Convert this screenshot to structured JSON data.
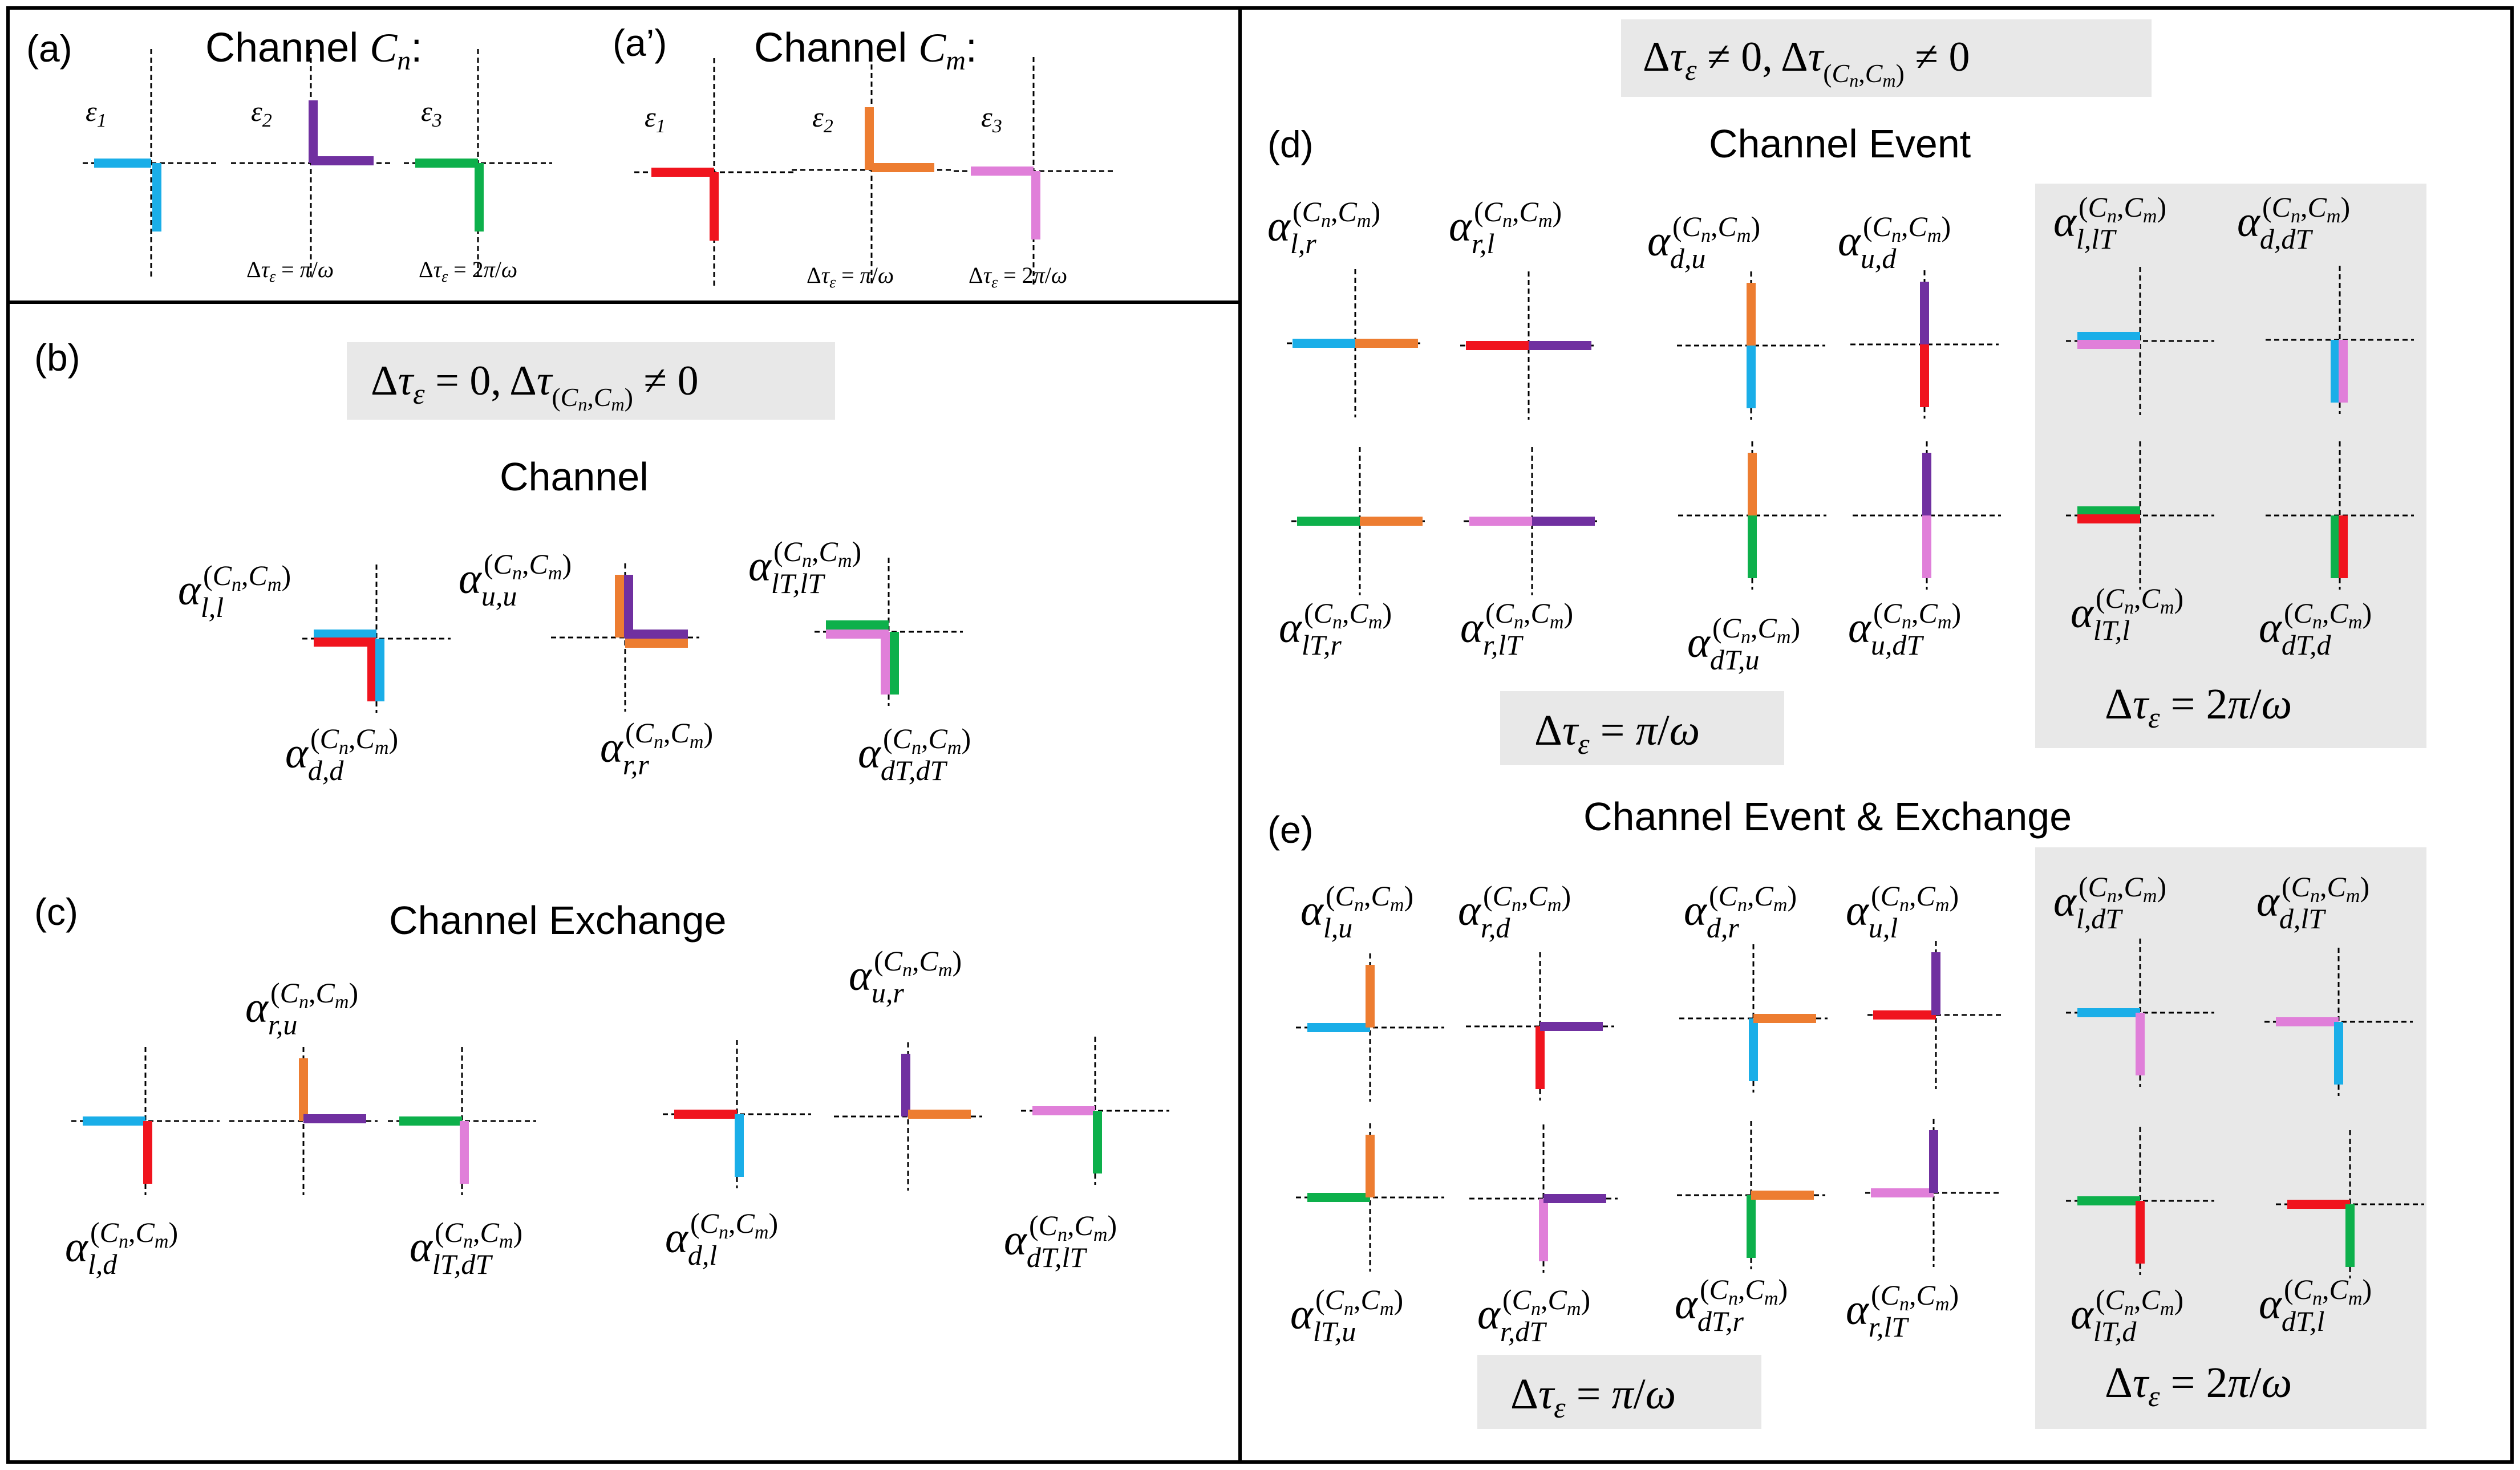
{
  "colors": {
    "cyan": "#1aaee8",
    "red": "#f0141e",
    "purple": "#7030a0",
    "orange": "#ed7d31",
    "green": "#0db04b",
    "pink": "#e07fd9",
    "box_gray": "#e8e8e8",
    "frame": "#000000"
  },
  "panels": {
    "a": {
      "label": "(a)",
      "title": "Channel C_n:",
      "tau": [
        "Δτ_ε = π/ω",
        "Δτ_ε = 2π/ω"
      ],
      "crosses": [
        {
          "eps": "ε1",
          "arms": [
            [
              "l",
              "cyan"
            ],
            [
              "d",
              "cyan"
            ]
          ]
        },
        {
          "eps": "ε2",
          "arms": [
            [
              "u",
              "purple"
            ],
            [
              "r",
              "purple"
            ]
          ]
        },
        {
          "eps": "ε3",
          "arms": [
            [
              "l",
              "green"
            ],
            [
              "d",
              "green"
            ]
          ]
        }
      ]
    },
    "a_prime": {
      "label": "(a’)",
      "title": "Channel C_m:",
      "tau": [
        "Δτ_ε = π/ω",
        "Δτ_ε = 2π/ω"
      ],
      "crosses": [
        {
          "eps": "ε1",
          "arms": [
            [
              "l",
              "red"
            ],
            [
              "d",
              "red"
            ]
          ]
        },
        {
          "eps": "ε2",
          "arms": [
            [
              "u",
              "orange"
            ],
            [
              "r",
              "orange"
            ]
          ]
        },
        {
          "eps": "ε3",
          "arms": [
            [
              "l",
              "pink"
            ],
            [
              "d",
              "pink"
            ]
          ]
        }
      ]
    },
    "b": {
      "label": "(b)",
      "condition": "Δτ_ε = 0, Δτ_(C_n,C_m) ≠ 0",
      "title": "Channel",
      "alpha_labels": [
        {
          "sub": "l,l"
        },
        {
          "sub": "d,d"
        },
        {
          "sub": "u,u"
        },
        {
          "sub": "r,r"
        },
        {
          "sub": "lT,lT"
        },
        {
          "sub": "dT,dT"
        }
      ]
    },
    "c": {
      "label": "(c)",
      "title": "Channel Exchange",
      "alpha_labels": [
        {
          "sub": "r,u"
        },
        {
          "sub": "l,d"
        },
        {
          "sub": "lT,dT"
        },
        {
          "sub": "u,r"
        },
        {
          "sub": "d,l"
        },
        {
          "sub": "dT,lT"
        }
      ]
    },
    "d": {
      "label": "(d)",
      "condition": "Δτ_ε ≠ 0, Δτ_(C_n,C_m) ≠ 0",
      "title": "Channel Event",
      "tau_pi": "Δτ_ε = π/ω",
      "tau_2pi": "Δτ_ε = 2π/ω",
      "alpha_labels": [
        {
          "sub": "l,r"
        },
        {
          "sub": "r,l"
        },
        {
          "sub": "d,u"
        },
        {
          "sub": "u,d"
        },
        {
          "sub": "l,lT"
        },
        {
          "sub": "d,dT"
        },
        {
          "sub": "lT,r"
        },
        {
          "sub": "r,lT"
        },
        {
          "sub": "dT,u"
        },
        {
          "sub": "u,dT"
        },
        {
          "sub": "lT,l"
        },
        {
          "sub": "dT,d"
        }
      ]
    },
    "e": {
      "label": "(e)",
      "title": "Channel Event & Exchange",
      "tau_pi": "Δτ_ε = π/ω",
      "tau_2pi": "Δτ_ε = 2π/ω",
      "alpha_labels": [
        {
          "sub": "l,u"
        },
        {
          "sub": "r,d"
        },
        {
          "sub": "d,r"
        },
        {
          "sub": "u,l"
        },
        {
          "sub": "l,dT"
        },
        {
          "sub": "d,lT"
        },
        {
          "sub": "lT,u"
        },
        {
          "sub": "r,dT"
        },
        {
          "sub": "dT,r"
        },
        {
          "sub": "r,lT"
        },
        {
          "sub": "lT,d"
        },
        {
          "sub": "dT,l"
        }
      ]
    }
  }
}
